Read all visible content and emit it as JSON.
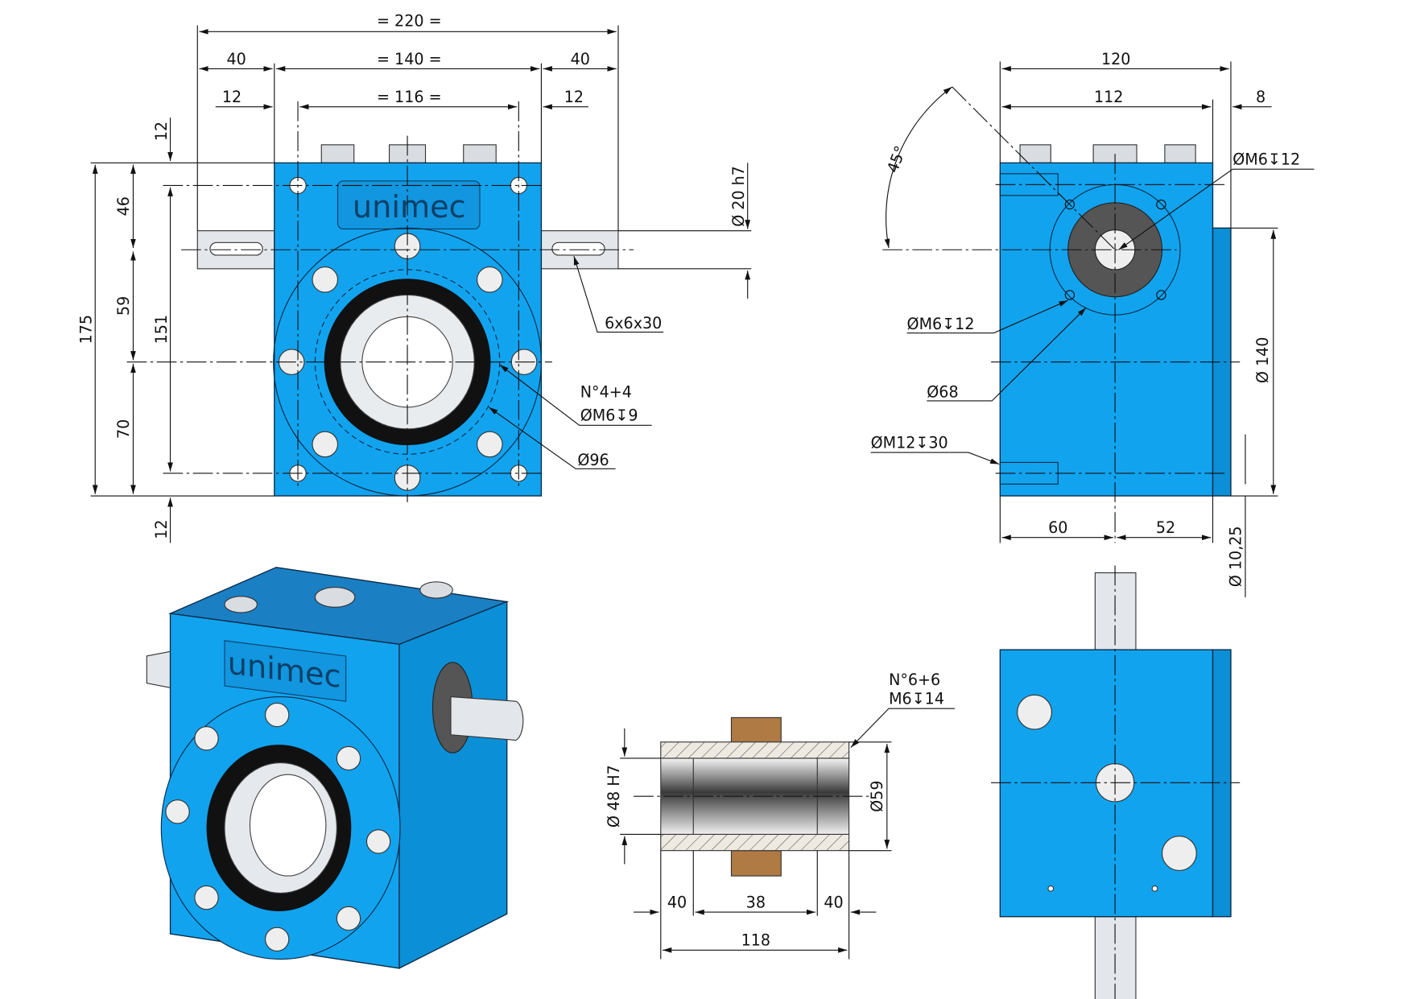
{
  "front_view": {
    "logo": "unimec",
    "dims": {
      "overall_width": "= 220 =",
      "shaft_left": "40",
      "body_width": "= 140 =",
      "shaft_right": "40",
      "hole_offset_left": "12",
      "hole_spacing": "= 116 =",
      "hole_offset_right": "12",
      "top_offset": "12",
      "bottom_offset": "12",
      "height_total": "175",
      "seg_top": "46",
      "seg_mid": "59",
      "seg_bottom": "70",
      "hole_height": "151",
      "shaft_diameter": "Ø 20 h7",
      "key": "6x6x30",
      "holes_count": "N°4+4",
      "holes_thread": "ØM6↧9",
      "bolt_circle": "Ø96"
    }
  },
  "side_view": {
    "dims": {
      "width_total": "120",
      "width_body": "112",
      "width_strip": "8",
      "angle": "45°",
      "thread_top": "ØM6↧12",
      "thread_left": "ØM6↧12",
      "bolt_circle": "Ø68",
      "thread_m12": "ØM12↧30",
      "offset_left": "60",
      "offset_right": "52",
      "pilot_diameter": "Ø 140",
      "strip_offset": "Ø 10,25"
    }
  },
  "iso_view": {
    "logo": "unimec"
  },
  "section_view": {
    "dims": {
      "holes_count": "N°6+6",
      "holes_thread": "M6↧14",
      "bore": "Ø 48 H7",
      "outer": "Ø59",
      "end_left": "40",
      "middle": "38",
      "end_right": "40",
      "length": "118"
    }
  },
  "colors": {
    "body": "#12a3ef",
    "shaft": "#e3e6ea",
    "bronze": "#b07a45"
  }
}
